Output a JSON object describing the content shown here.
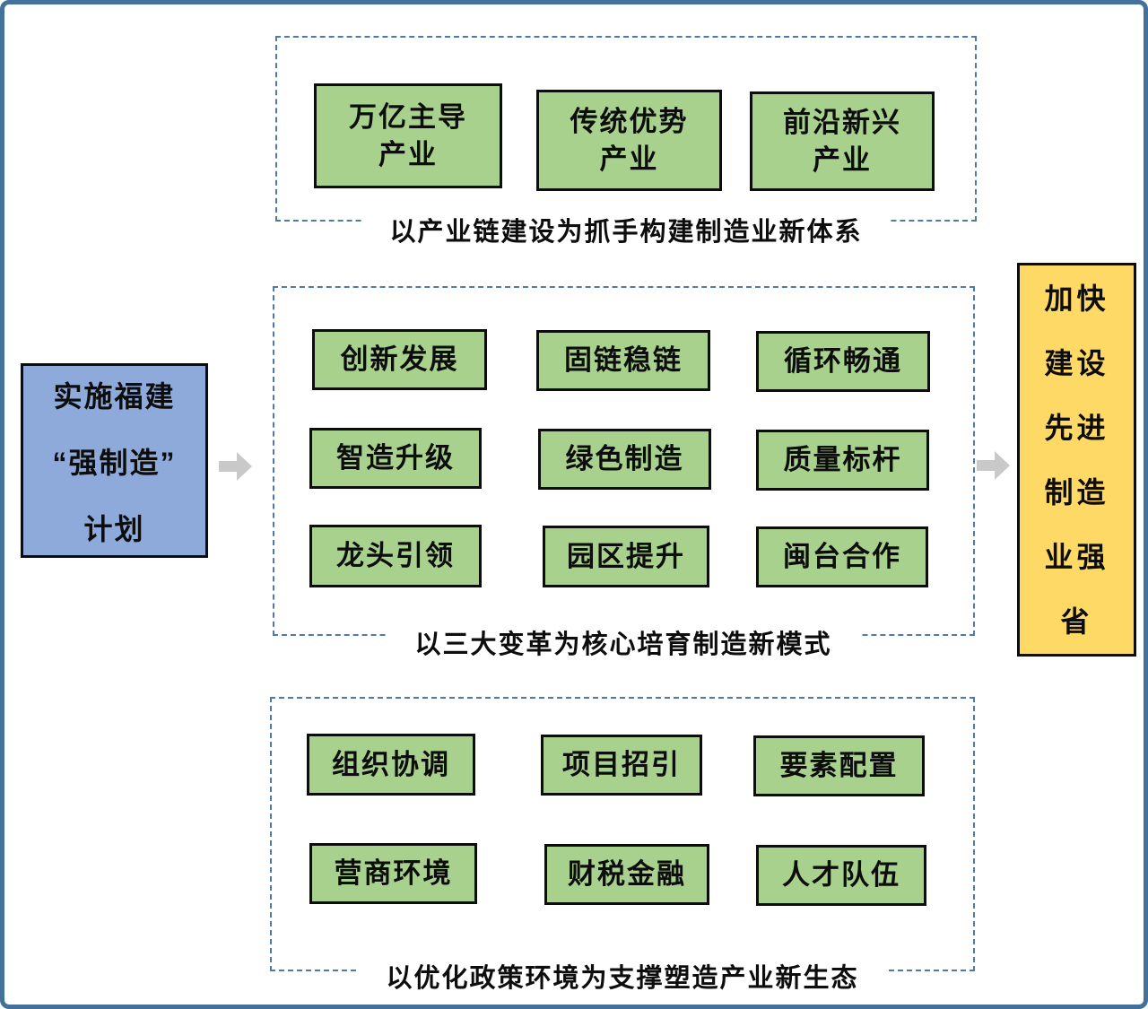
{
  "page": {
    "background": "#FFFFFF",
    "outer_border_color": "#44719C",
    "dashed_border_color": "#4E79AD"
  },
  "source_box": {
    "fill": "#8EAADB",
    "lines": [
      "实施福建",
      "“强制造”",
      "计划"
    ]
  },
  "target_box": {
    "fill": "#FFD966",
    "lines": [
      "加快",
      "建设",
      "先进",
      "制造",
      "业强",
      "省"
    ]
  },
  "flow": {
    "arrow_color": "#C9C9C9",
    "direction": "left-to-right"
  },
  "colors": {
    "green_box_fill": "#A9D18E",
    "box_border": "#0D0D0D"
  },
  "sections": [
    {
      "id": "industry-chain",
      "caption": "以产业链建设为抓手构建制造业新体系",
      "boxes": [
        "万亿主导\n产业",
        "传统优势\n产业",
        "前沿新兴\n产业"
      ]
    },
    {
      "id": "three-reforms",
      "caption": "以三大变革为核心培育制造新模式",
      "boxes": [
        "创新发展",
        "固链稳链",
        "循环畅通",
        "智造升级",
        "绿色制造",
        "质量标杆",
        "龙头引领",
        "园区提升",
        "闽台合作"
      ]
    },
    {
      "id": "policy-environment",
      "caption": "以优化政策环境为支撑塑造产业新生态",
      "boxes": [
        "组织协调",
        "项目招引",
        "要素配置",
        "营商环境",
        "财税金融",
        "人才队伍"
      ]
    }
  ]
}
